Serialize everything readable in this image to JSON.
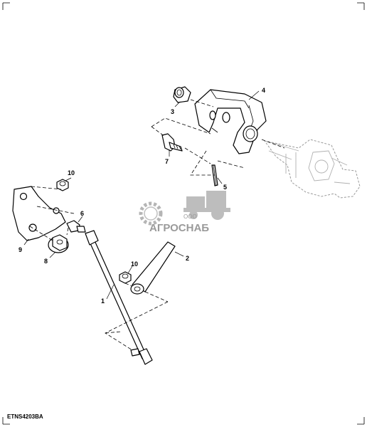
{
  "diagram": {
    "callouts": {
      "c1": "1",
      "c2": "2",
      "c3": "3",
      "c4": "4",
      "c5": "5",
      "c6": "6",
      "c7": "7",
      "c8": "8",
      "c9": "9",
      "c10a": "10",
      "c10b": "10"
    },
    "figure_id": "ETNS4203BA",
    "watermark": {
      "prefix": "ООО",
      "name": "АГРОСНАБ"
    }
  }
}
